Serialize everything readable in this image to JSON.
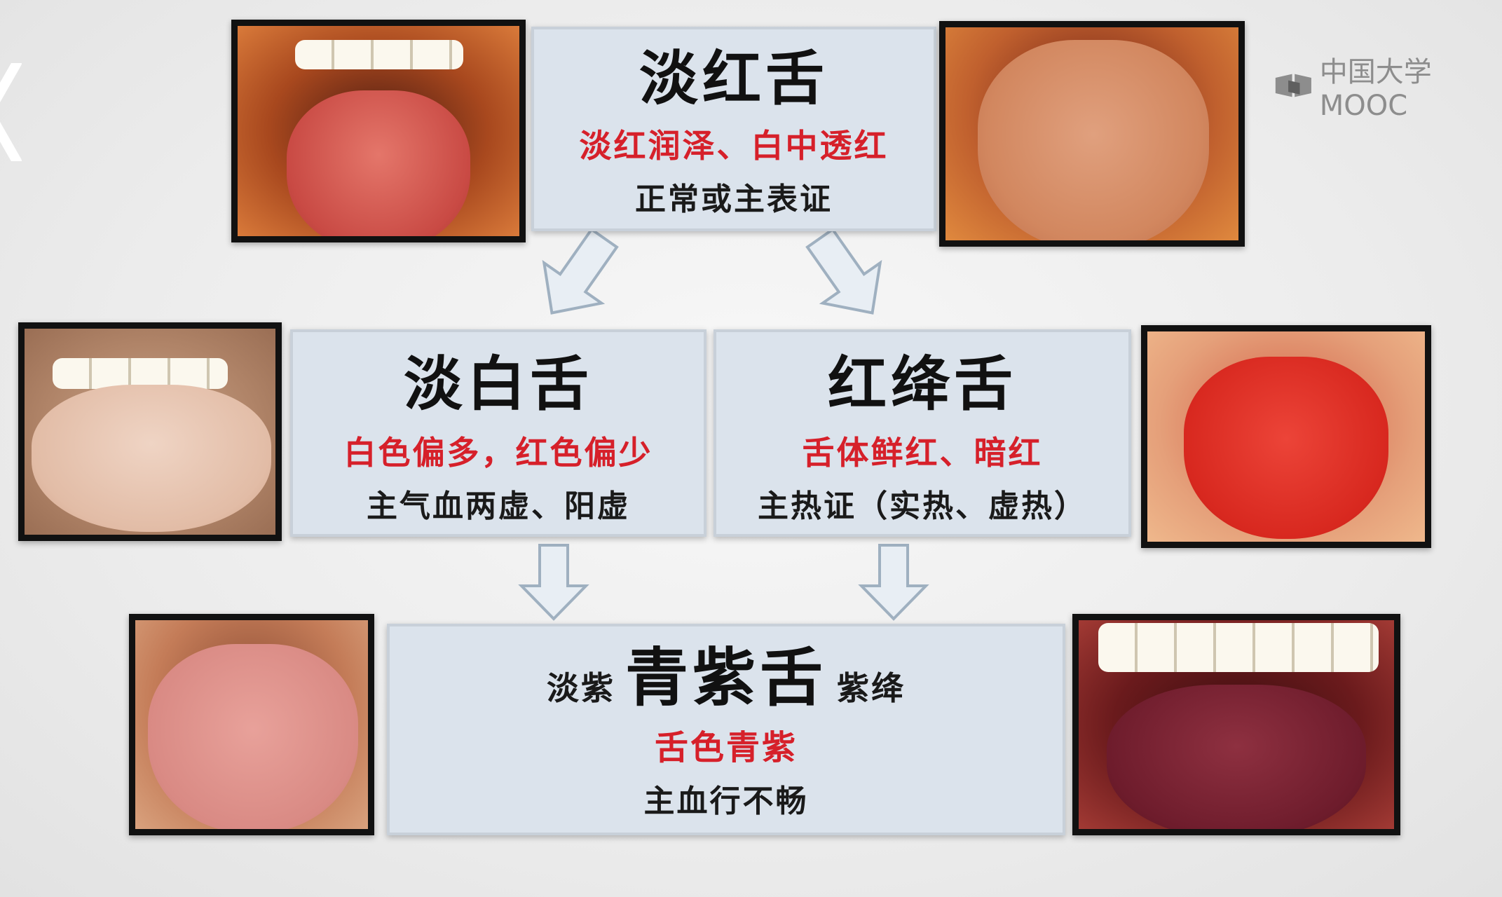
{
  "logo": {
    "text": "中国大学MOOC",
    "icon": "mooc-book-icon"
  },
  "nodes": {
    "light_red": {
      "title": "淡红舌",
      "feature": "淡红润泽、白中透红",
      "indication": "正常或主表证"
    },
    "pale": {
      "title": "淡白舌",
      "feature": "白色偏多，红色偏少",
      "indication": "主气血两虚、阳虚"
    },
    "red_crimson": {
      "title": "红绛舌",
      "feature": "舌体鲜红、暗红",
      "indication": "主热证（实热、虚热）"
    },
    "blue_purple": {
      "prefix": "淡紫",
      "title": "青紫舌",
      "suffix": "紫绛",
      "feature": "舌色青紫",
      "indication": "主血行不畅"
    }
  },
  "colors": {
    "box_fill": "#dbe3ec",
    "feature_text": "#d6202a",
    "arrow_fill": "#e8eef4",
    "arrow_stroke": "#9fb0c0"
  },
  "icons": [
    "back-chevron-icon",
    "mooc-book-icon",
    "down-arrow-icon"
  ]
}
